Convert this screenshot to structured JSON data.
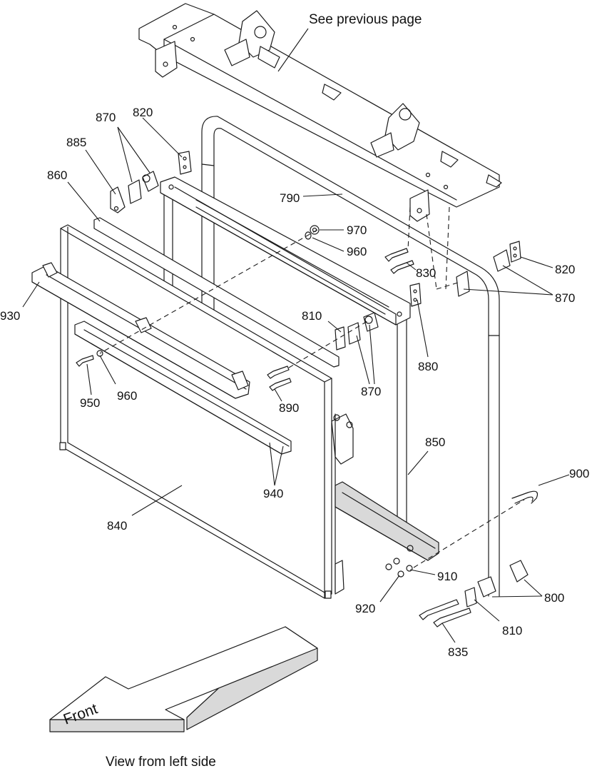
{
  "header_note": "See previous page",
  "caption": "View from left side",
  "direction_arrow": {
    "label": "Front",
    "icon": "front-direction-arrow-icon"
  },
  "callouts": [
    "870",
    "820",
    "885",
    "860",
    "790",
    "970",
    "960",
    "820",
    "830",
    "870",
    "930",
    "810",
    "880",
    "950",
    "960",
    "870",
    "890",
    "850",
    "840",
    "940",
    "900",
    "910",
    "920",
    "800",
    "810",
    "835"
  ]
}
